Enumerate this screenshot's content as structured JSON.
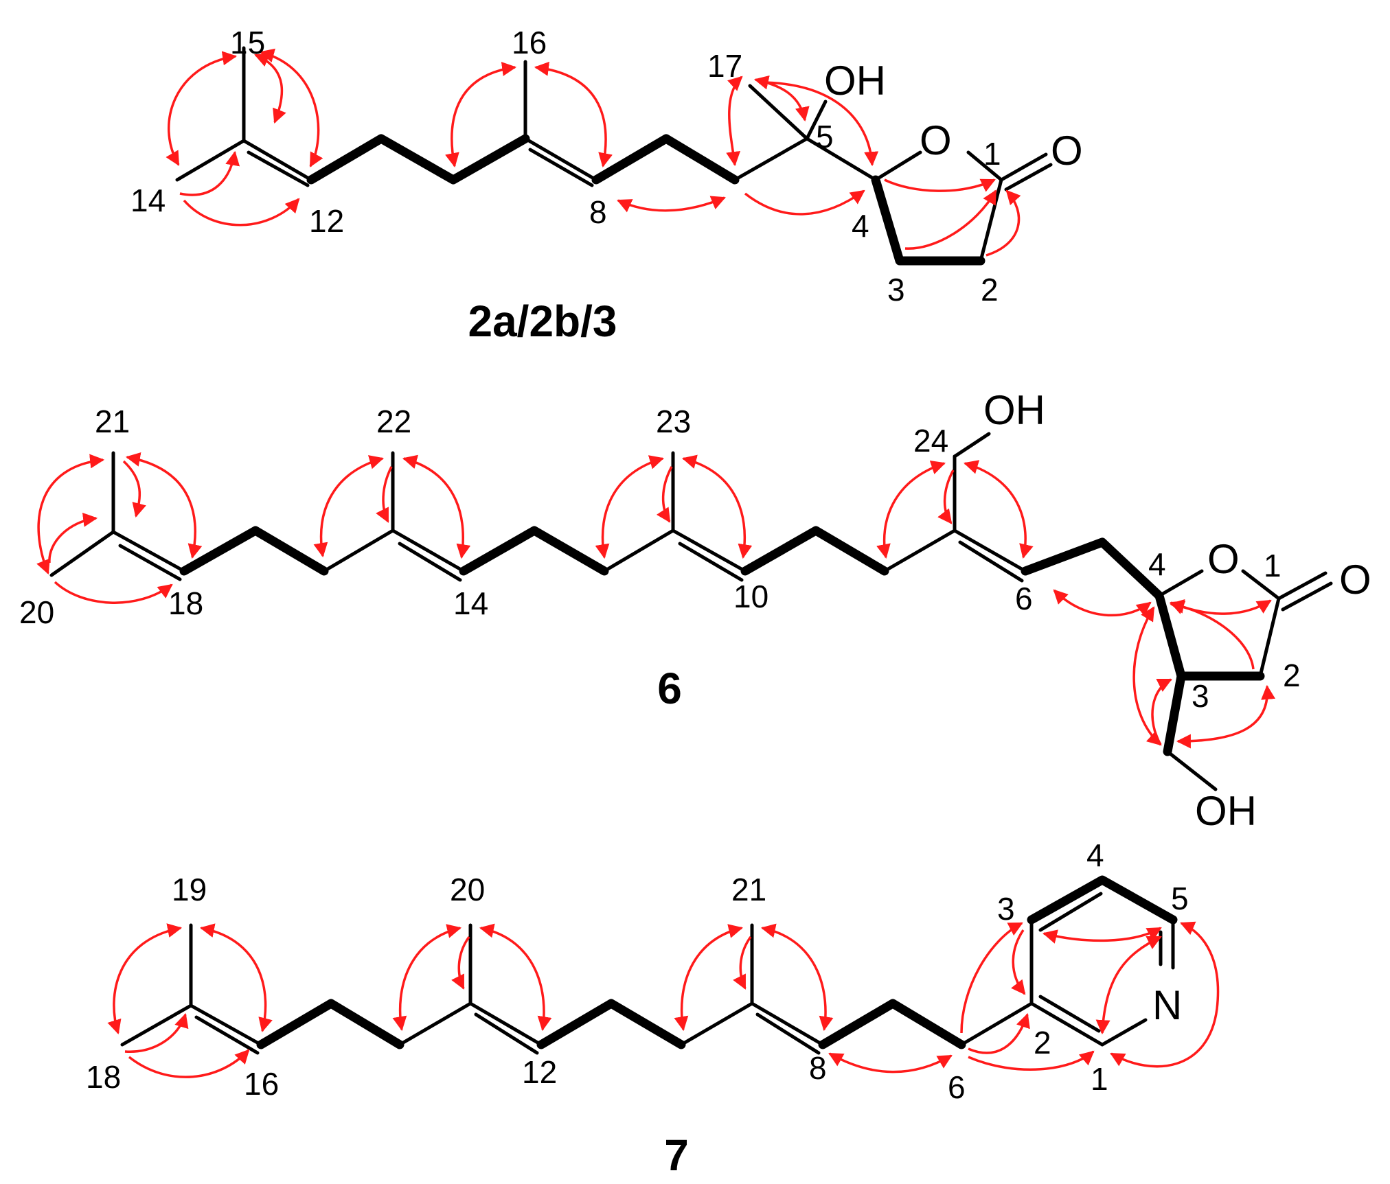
{
  "colors": {
    "bond": "#000000",
    "correlation_arrow": "#ff1a1a",
    "background": "#ffffff"
  },
  "structures": [
    {
      "compound_label": "2a/2b/3",
      "atom_labels": {
        "OH": "OH",
        "O": "O",
        "O_carbonyl": "O"
      },
      "carbon_numbers": {
        "c1": "1",
        "c2": "2",
        "c3": "3",
        "c4": "4",
        "c5": "5",
        "c8": "8",
        "c12": "12",
        "c14": "14",
        "c15": "15",
        "c16": "16",
        "c17": "17"
      }
    },
    {
      "compound_label": "6",
      "atom_labels": {
        "OH_top": "OH",
        "OH_bottom": "OH",
        "O": "O",
        "O_carbonyl": "O"
      },
      "carbon_numbers": {
        "c1": "1",
        "c2": "2",
        "c3": "3",
        "c4": "4",
        "c6": "6",
        "c10": "10",
        "c14": "14",
        "c18": "18",
        "c20": "20",
        "c21": "21",
        "c22": "22",
        "c23": "23",
        "c24": "24"
      }
    },
    {
      "compound_label": "7",
      "atom_labels": {
        "N": "N"
      },
      "carbon_numbers": {
        "c1": "1",
        "c2": "2",
        "c3": "3",
        "c4": "4",
        "c5": "5",
        "c6": "6",
        "c8": "8",
        "c12": "12",
        "c16": "16",
        "c18": "18",
        "c19": "19",
        "c20": "20",
        "c21": "21"
      }
    }
  ]
}
